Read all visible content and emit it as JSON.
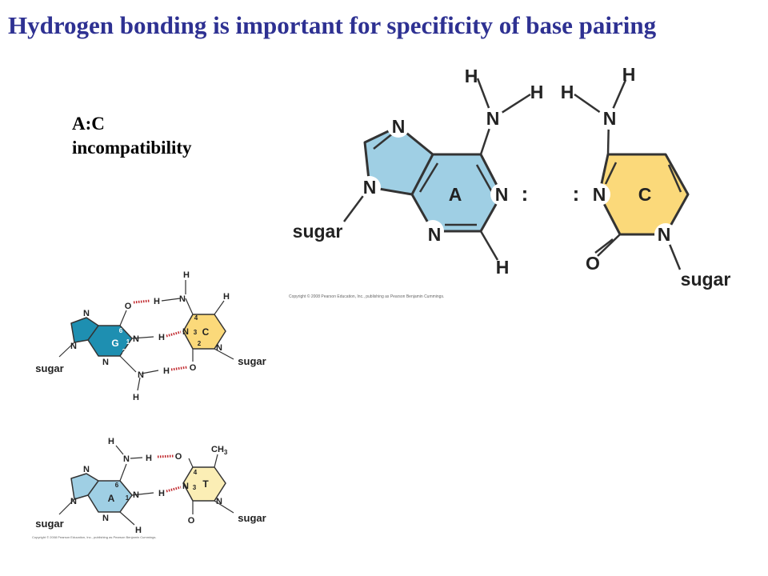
{
  "title": "Hydrogen bonding is important for specificity of base pairing",
  "subtitle_line1": "A:C",
  "subtitle_line2": "incompatibility",
  "colors": {
    "title": "#2e3192",
    "adenine": "#9fcfe4",
    "guanine": "#1e8fb1",
    "cytosine": "#fbd97a",
    "thymine": "#fbeeb5",
    "hbond": "#c0282d"
  },
  "large_diagram": {
    "sugar_a": "sugar",
    "sugar_c": "sugar",
    "ring_a": "A",
    "ring_c": "C",
    "colon_left": ":",
    "colon_right": ":",
    "n": "N",
    "h": "H",
    "o": "O",
    "copyright": "Copyright © 2008 Pearson Education, Inc., publishing as Pearson Benjamin Cummings."
  },
  "gc_pair": {
    "ring_g": "G",
    "ring_c": "C",
    "sugar_g": "sugar",
    "sugar_c": "sugar",
    "n": "N",
    "h": "H",
    "o": "O",
    "num_6": "6",
    "num_1": "1",
    "num_2": "2",
    "num_3": "3",
    "num_4": "4"
  },
  "at_pair": {
    "ring_a": "A",
    "ring_t": "T",
    "sugar_a": "sugar",
    "sugar_t": "sugar",
    "methyl": "CH",
    "methyl_sub": "3",
    "n": "N",
    "h": "H",
    "o": "O",
    "num_6": "6",
    "num_1": "1",
    "num_3": "3",
    "num_4": "4",
    "copyright": "Copyright © 2008 Pearson Education, Inc., publishing as Pearson Benjamin Cummings."
  }
}
